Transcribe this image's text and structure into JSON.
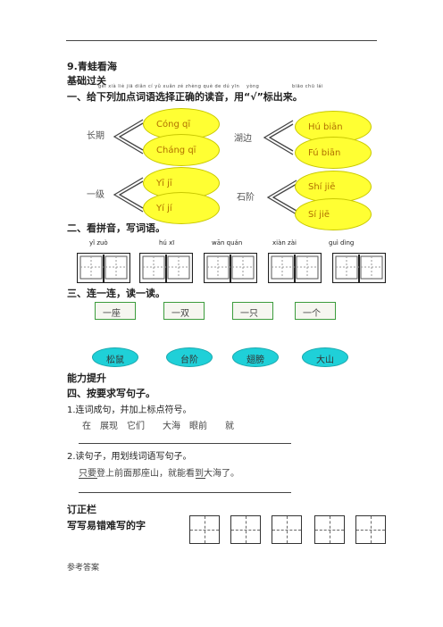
{
  "lesson_title": "9.青蛙看海",
  "section_basic": "基础过关",
  "q1": {
    "pinyin_hint": "gěi xià liè jiā diǎn cí yǔ xuǎn zé zhèng què de dú yīn",
    "pinyin_hint2": "yòng",
    "pinyin_hint3": "biāo chū lái",
    "title": "一、给下列加点词语选择正确的读音，用“√”标出来。",
    "words": [
      "长期",
      "湖边",
      "一级",
      "石阶"
    ],
    "options": [
      [
        "Cóng qī",
        "Cháng qī"
      ],
      [
        "Hú biān",
        "Fú biān"
      ],
      [
        "Yī jī",
        "Yí jí"
      ],
      [
        "Shí jiē",
        "Sí jiē"
      ]
    ]
  },
  "q2": {
    "title": "二、看拼音，写词语。",
    "pinyin": [
      "yǐ zuò",
      "hú xī",
      "wān quán",
      "xiàn zài",
      "guì dìng"
    ]
  },
  "q3": {
    "title": "三、连一连，读一读。",
    "measure_words": [
      "一座",
      "一双",
      "一只",
      "一个"
    ],
    "nouns": [
      "松鼠",
      "台阶",
      "翅膀",
      "大山"
    ]
  },
  "section_ability": "能力提升",
  "q4": {
    "title": "四、按要求写句子。",
    "item1": "1.连词成句，并加上标点符号。",
    "item1_words": "在　展现　它们　　大海　眼前　　就",
    "item2": "2.读句子，用划线词语写句子。",
    "item2_sentence": "只要登上前面那座山，就能看到大海了。"
  },
  "correction": {
    "title": "订正栏",
    "subtitle": "写写易错难写的字"
  },
  "answer_label": "参考答案"
}
